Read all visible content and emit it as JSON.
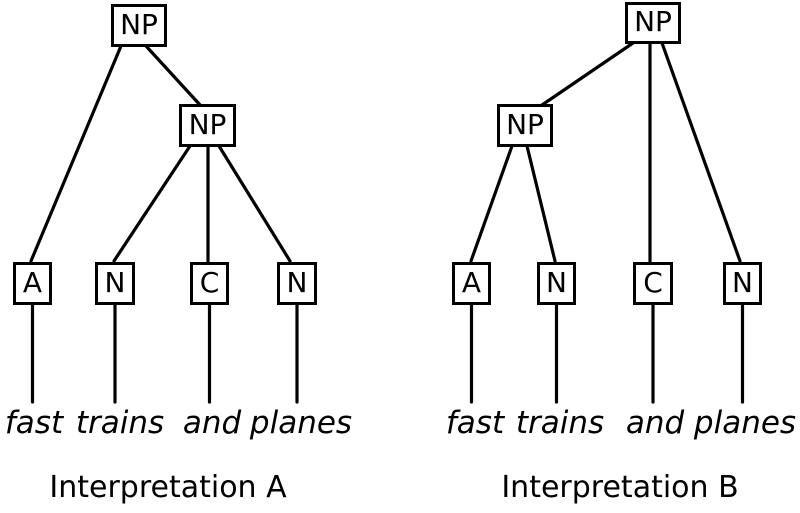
{
  "diagram": {
    "background_color": "#ffffff",
    "line_color": "#000000",
    "sentence": "fast trains and planes",
    "trees": [
      {
        "id": "A",
        "caption": "Interpretation A",
        "nodes": {
          "root": "NP",
          "inner": "NP",
          "leaves": [
            "A",
            "N",
            "C",
            "N"
          ]
        },
        "words": [
          "fast",
          "trains",
          "and",
          "planes"
        ],
        "edges": [
          "root-NP → A",
          "root-NP → inner-NP",
          "inner-NP → N(trains)",
          "inner-NP → C(and)",
          "inner-NP → N(planes)"
        ]
      },
      {
        "id": "B",
        "caption": "Interpretation B",
        "nodes": {
          "root": "NP",
          "inner": "NP",
          "leaves": [
            "A",
            "N",
            "C",
            "N"
          ]
        },
        "words": [
          "fast",
          "trains",
          "and",
          "planes"
        ],
        "edges": [
          "root-NP → inner-NP",
          "root-NP → C(and)",
          "root-NP → N(planes)",
          "inner-NP → A(fast)",
          "inner-NP → N(trains)"
        ]
      }
    ]
  }
}
